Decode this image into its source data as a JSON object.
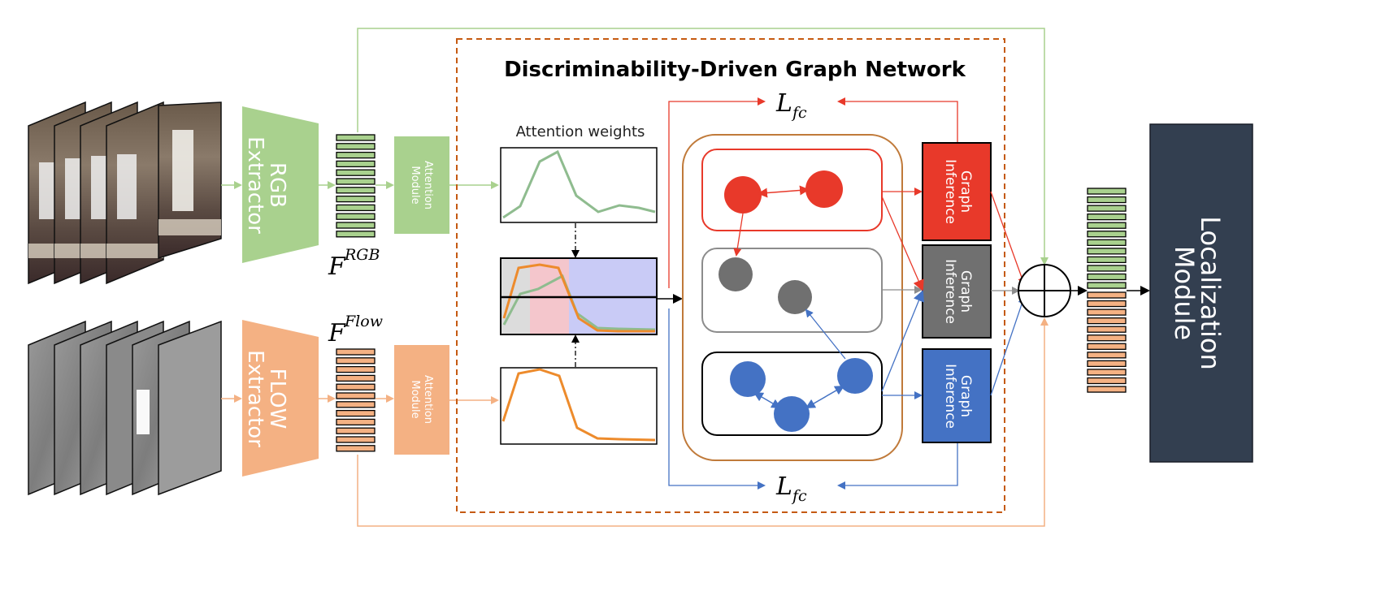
{
  "title": "Discriminability-Driven Graph Network",
  "rgb_extractor": {
    "line1": "RGB",
    "line2": "Extractor"
  },
  "flow_extractor": {
    "line1": "FLOW",
    "line2": "Extractor"
  },
  "rgb_feature": {
    "base": "F",
    "sup": "RGB"
  },
  "flow_feature": {
    "base": "F",
    "sup": "Flow"
  },
  "attention_module": {
    "line1": "Attention",
    "line2": "Module"
  },
  "attention_weights_label": "Attention weights",
  "graph_inference": {
    "line1": "Graph",
    "line2": "Inference"
  },
  "loss": {
    "base": "L",
    "sub": "fc"
  },
  "localization_module": {
    "line1": "Localization",
    "line2": "Module"
  },
  "colors": {
    "rgb": "#a9d18e",
    "flow": "#f4b183",
    "red": "#e8392a",
    "gray": "#707070",
    "blue": "#4472c4",
    "dark": "#333f50",
    "dashed_border": "#c55a11",
    "graph_container": "#c07a3a"
  },
  "icons": {
    "fusion": "circle-plus-icon"
  }
}
